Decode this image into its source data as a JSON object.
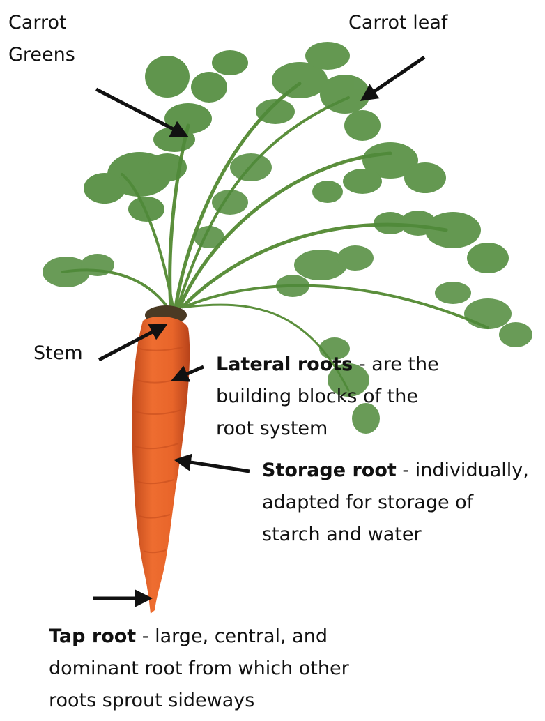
{
  "labels": {
    "carrot_greens": {
      "line1": "Carrot",
      "line2": "Greens"
    },
    "carrot_leaf": "Carrot  leaf",
    "stem": "Stem",
    "lateral_roots": {
      "term": "Lateral roots",
      "line1_rest": " - are the",
      "line2": "building blocks of the",
      "line3": "root system"
    },
    "storage_root": {
      "term": "Storage root",
      "line1_rest": " - individually,",
      "line2": "adapted for storage of",
      "line3": "starch and water"
    },
    "tap_root": {
      "term": "Tap root",
      "line1_rest": " - large, central, and",
      "line2": "dominant root from which other",
      "line3": "roots sprout sideways"
    }
  },
  "colors": {
    "carrot_orange": "#e8652a",
    "carrot_dark": "#c94b1a",
    "leaf_green": "#4f8a3a",
    "stem_green": "#6a9b43",
    "arrow": "#111111",
    "text": "#111111"
  }
}
